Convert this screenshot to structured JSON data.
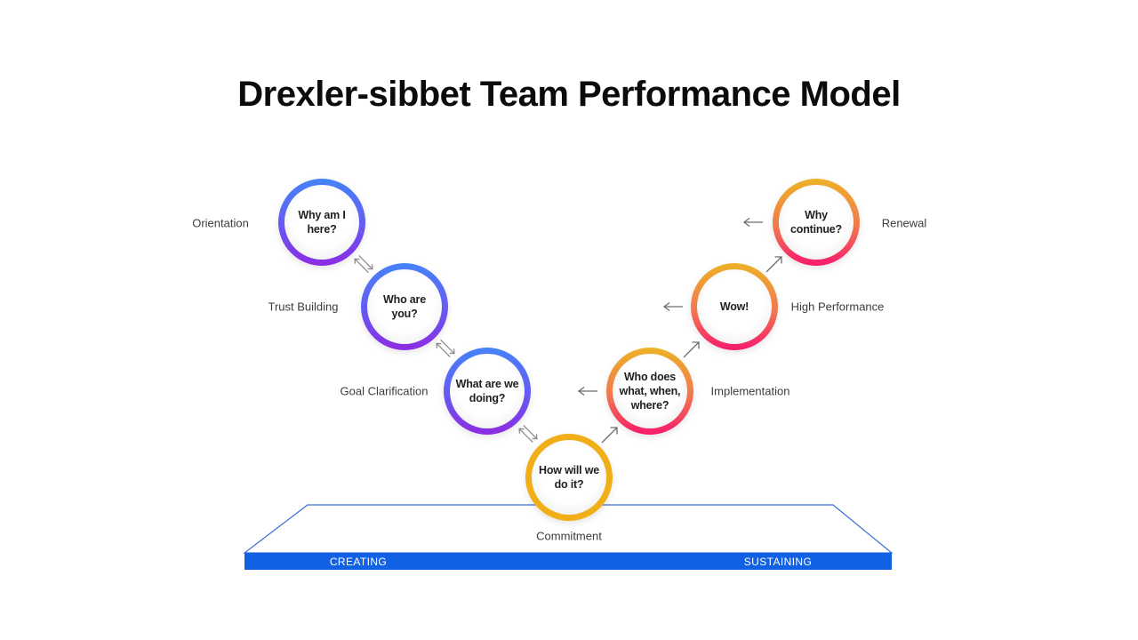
{
  "title": "Drexler-sibbet Team Performance Model",
  "stages": [
    {
      "question": "Why am I here?",
      "label": "Orientation"
    },
    {
      "question": "Who are you?",
      "label": "Trust Building"
    },
    {
      "question": "What are we doing?",
      "label": "Goal Clarification"
    },
    {
      "question": "How will we do it?",
      "label": "Commitment"
    },
    {
      "question": "Who does what, when, where?",
      "label": "Implementation"
    },
    {
      "question": "Wow!",
      "label": "High Performance"
    },
    {
      "question": "Why continue?",
      "label": "Renewal"
    }
  ],
  "platform": {
    "creating_label": "CREATING",
    "sustaining_label": "SUSTAINING"
  },
  "colors": {
    "bar_blue": "#1161E4",
    "platform_outline_blue": "#3A6FD8",
    "ring_blue_top": "#4583F8",
    "ring_purple_bottom": "#8D2BE2",
    "ring_yellow": "#F0AF17",
    "ring_orange_top": "#EDB226",
    "ring_pink_bottom": "#F81A6C",
    "arrow_gray": "#6e6e6e"
  }
}
